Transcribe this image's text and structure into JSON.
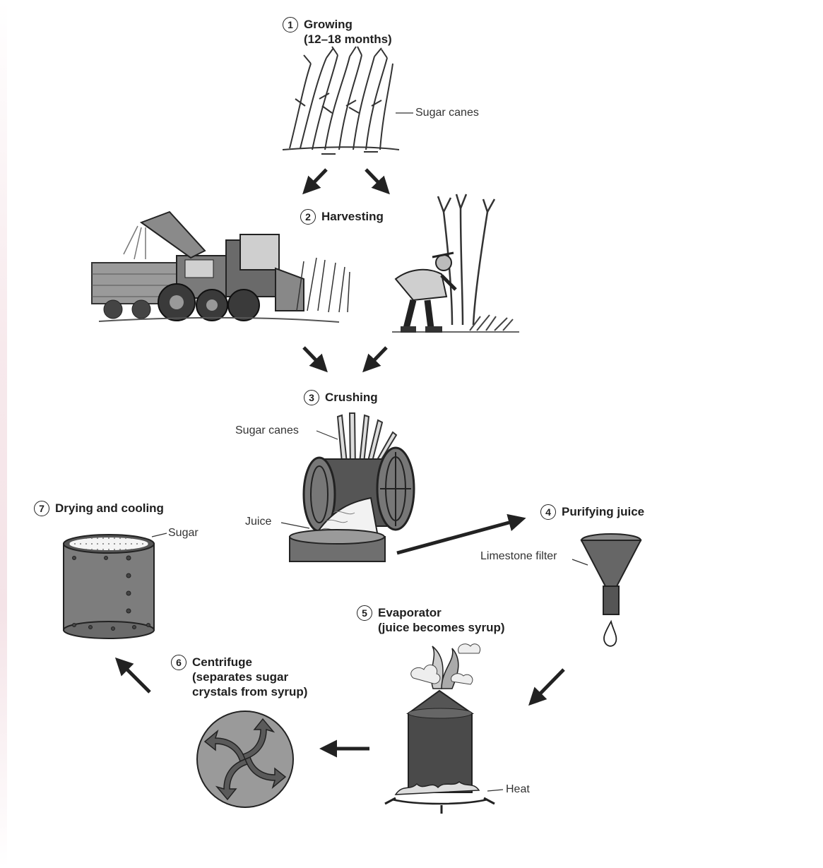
{
  "steps": [
    {
      "number": "1",
      "title": "Growing",
      "detail": "(12–18 months)"
    },
    {
      "number": "2",
      "title": "Harvesting"
    },
    {
      "number": "3",
      "title": "Crushing"
    },
    {
      "number": "4",
      "title": "Purifying juice"
    },
    {
      "number": "5",
      "title": "Evaporator",
      "detail": "(juice becomes syrup)"
    },
    {
      "number": "6",
      "title": "Centrifuge",
      "detail_lines": [
        "(separates sugar",
        "crystals from syrup)"
      ]
    },
    {
      "number": "7",
      "title": "Drying and cooling"
    }
  ],
  "annotations": {
    "growing_canes": "Sugar canes",
    "crushing_canes": "Sugar canes",
    "juice": "Juice",
    "limestone_filter": "Limestone filter",
    "heat": "Heat",
    "sugar": "Sugar"
  },
  "colors": {
    "ink": "#1f1f1f",
    "gray_dark": "#555555",
    "gray_mid": "#8a8a8a",
    "gray_light": "#bdbdbd"
  }
}
